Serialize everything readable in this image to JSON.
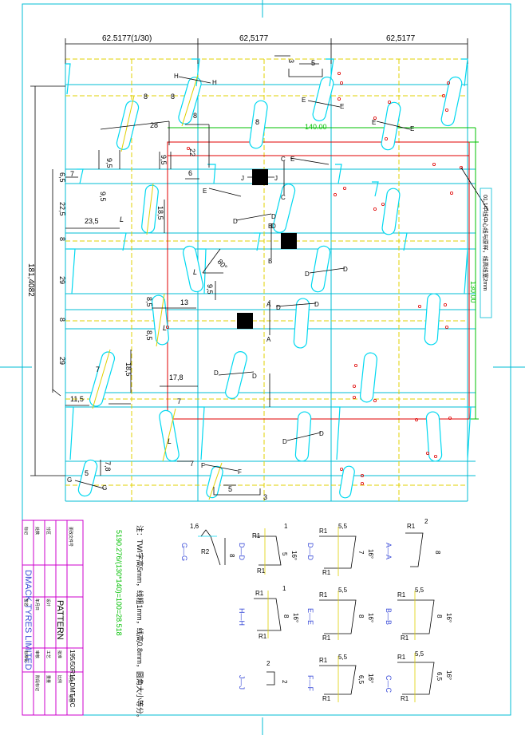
{
  "colors": {
    "border": "#00bcd4",
    "slot": "#00d8f0",
    "guide_yellow": "#e0d000",
    "outline_red": "#e00000",
    "dim_green": "#00c000",
    "text_black": "#000000",
    "frame_magenta": "#cc00cc",
    "title_block_blue": "#3b4cd8"
  },
  "top_dimensions": [
    "62.5177(1/30)",
    "62,5177",
    "62,5177"
  ],
  "left_dimensions": [
    "6,5",
    "22,5",
    "8",
    "29",
    "8",
    "29"
  ],
  "overall_height": "181,4082",
  "green_width": "140.00",
  "green_height": "130.00",
  "inline_dims": {
    "d8a": "8",
    "d8b": "8",
    "d8c": "8",
    "d28": "28",
    "d22": "22",
    "d9_5a": "9,5",
    "d9_5b": "9,5",
    "d9_5c": "9,5",
    "d7a": "7",
    "d8d": "8",
    "d6": "6",
    "d18_5a": "18,5",
    "d23_5": "23,5",
    "d80": "80°",
    "d9_5d": "9,5",
    "d13": "13",
    "d8_5a": "8,5",
    "d8_5b": "8,5",
    "d7b": "7",
    "d18_5b": "18,5",
    "d11_5": "11,5",
    "d17_8": "17,8",
    "d7c": "7",
    "d7d": "7",
    "d7_8": "7,8",
    "d5a": "5",
    "d5b": "5",
    "d3a": "3",
    "d3b": "3"
  },
  "section_marks": [
    "H",
    "E",
    "E",
    "E",
    "E",
    "C",
    "J",
    "J",
    "C",
    "E",
    "E",
    "D",
    "D",
    "D",
    "B",
    "B",
    "D",
    "D",
    "A",
    "D",
    "A",
    "D",
    "D",
    "D",
    "D",
    "F",
    "F",
    "G",
    "G"
  ],
  "pitch_letter": "L",
  "note_rotated": "注：TWI字高5mm，线粗1mm，线高0.8mm，圆角大小等分。",
  "note_formula": "5190.276/(130*140)=100=28.518",
  "annotation_vertical": "01.1中线中心线与原样，线高线宽2mm",
  "sections": [
    {
      "label": "G—G",
      "dims": [
        "1,6",
        "R2",
        "8"
      ]
    },
    {
      "label": "D—D",
      "dims": [
        "R1",
        "1",
        "5",
        "16°",
        "R1"
      ]
    },
    {
      "label": "D—D",
      "dims": [
        "R1",
        "5,5",
        "7",
        "16°",
        "R1"
      ]
    },
    {
      "label": "A—A",
      "dims": [
        "R1",
        "2",
        "8"
      ]
    },
    {
      "label": "H—H",
      "dims": [
        "R1",
        "1",
        "8",
        "16°",
        "R1"
      ]
    },
    {
      "label": "E—E",
      "dims": [
        "R1",
        "5,5",
        "8",
        "16°",
        "R1"
      ]
    },
    {
      "label": "B—B",
      "dims": [
        "R1",
        "5,5",
        "8",
        "16°",
        "R1"
      ]
    },
    {
      "label": "J—J",
      "dims": [
        "2",
        "2"
      ]
    },
    {
      "label": "F—F",
      "dims": [
        "R1",
        "5,5",
        "6,5",
        "16°",
        "R1"
      ]
    },
    {
      "label": "C—C",
      "dims": [
        "R1",
        "5,5",
        "6,5",
        "16°",
        "R1"
      ]
    }
  ],
  "title_block": {
    "company": "DMACK TYRES LIMITED",
    "drawing_title": "PATTERN",
    "drawing_no": "195/50R16 DMT-RC",
    "small_labels": [
      "标记",
      "处数",
      "分区",
      "更改文件号",
      "签名",
      "年月日",
      "设计",
      "标准化",
      "审核",
      "工艺",
      "批准",
      "阶段标记",
      "重量",
      "比例",
      "共张",
      "第张"
    ]
  }
}
